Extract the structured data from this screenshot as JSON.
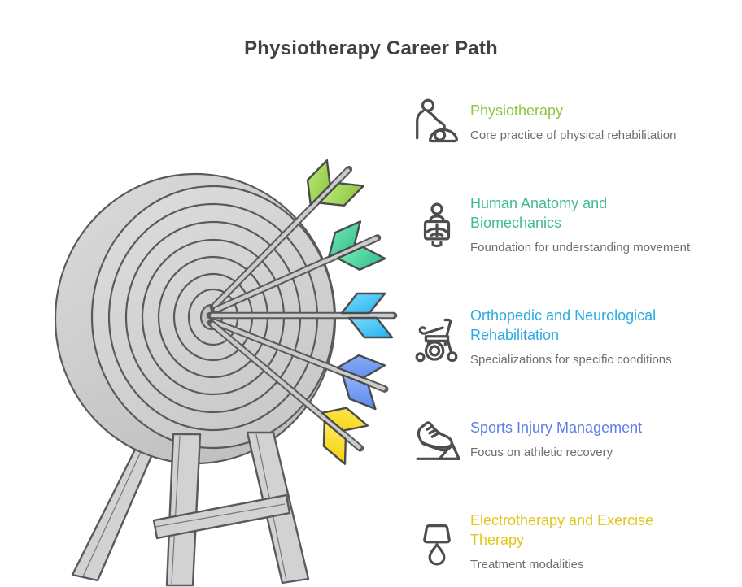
{
  "header": {
    "title": "Physiotherapy Career Path"
  },
  "items": [
    {
      "title": "Physiotherapy",
      "title_lines": [
        "Physiotherapy"
      ],
      "description": "Core practice of physical rehabilitation",
      "color": "#8cc63f",
      "icon": "physiotherapist-icon"
    },
    {
      "title": "Human Anatomy and Biomechanics",
      "title_lines": [
        "Human Anatomy and",
        "Biomechanics"
      ],
      "description": "Foundation for understanding movement",
      "color": "#3dbd8b",
      "icon": "xray-anatomy-icon"
    },
    {
      "title": "Orthopedic and Neurological Rehabilitation",
      "title_lines": [
        "Orthopedic and Neurological",
        "Rehabilitation"
      ],
      "description": "Specializations for specific conditions",
      "color": "#29abe2",
      "icon": "wheelchair-icon"
    },
    {
      "title": "Sports Injury Management",
      "title_lines": [
        "Sports Injury Management"
      ],
      "description": "Focus on athletic recovery",
      "color": "#5b7fe9",
      "icon": "sneaker-icon"
    },
    {
      "title": "Electrotherapy and Exercise Therapy",
      "title_lines": [
        "Electrotherapy and Exercise",
        "Therapy"
      ],
      "description": "Treatment modalities",
      "color": "#e2c61b",
      "icon": "lamp-icon"
    }
  ],
  "illustration": {
    "name": "arrows-on-dartboard-stand",
    "outline": "#595a5c",
    "board_light": "#dddddd",
    "board_dark": "#c7c7c7",
    "rim_light": "#d9d9d9",
    "rim_dark": "#bdbdbd",
    "bullseye": "#c3c3c3",
    "arrows": [
      {
        "name": "green-arrow",
        "light": "#b9e878",
        "dark": "#8cc63f"
      },
      {
        "name": "teal-arrow",
        "light": "#6fe7b2",
        "dark": "#36c08e"
      },
      {
        "name": "cyan-arrow",
        "light": "#7fdbfa",
        "dark": "#22b2ef"
      },
      {
        "name": "blue-arrow",
        "light": "#93b4f8",
        "dark": "#5b87ee"
      },
      {
        "name": "yellow-arrow",
        "light": "#ffe95e",
        "dark": "#f4d30b"
      }
    ]
  }
}
